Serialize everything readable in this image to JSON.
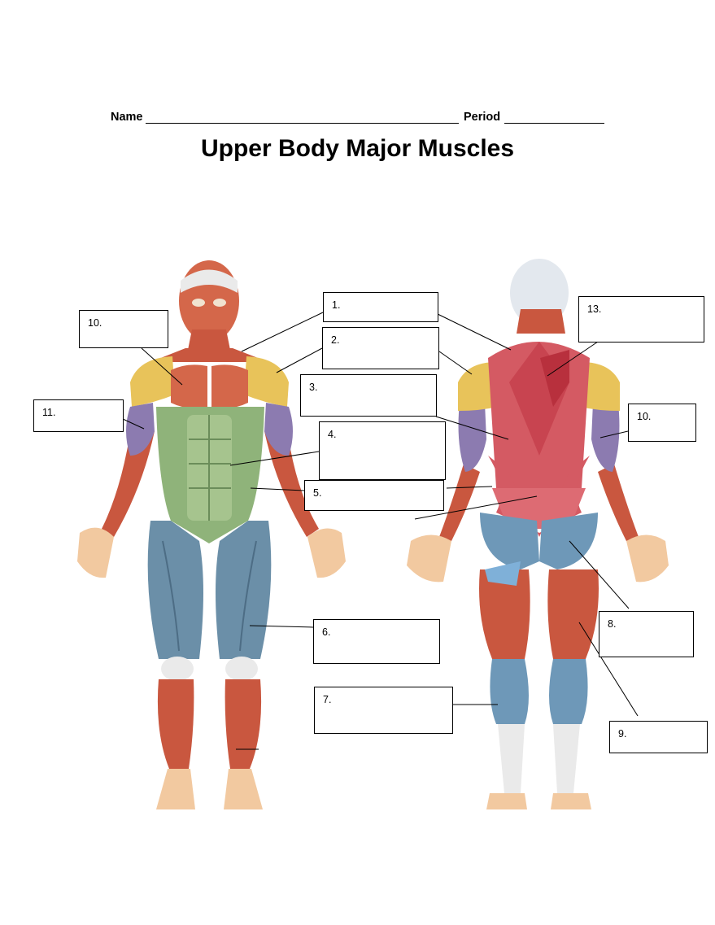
{
  "header": {
    "name_label": "Name",
    "period_label": "Period"
  },
  "title": "Upper Body Major Muscles",
  "labels": {
    "b1": "1.",
    "b2": "2.",
    "b3": "3.",
    "b4": "4.",
    "b5": "5.",
    "b6": "6.",
    "b7": "7.",
    "b8": "8.",
    "b9": "9.",
    "b10_front": "10.",
    "b10_back": "10.",
    "b11": "11.",
    "b13": "13."
  },
  "colors": {
    "skin": "#f2c9a0",
    "muscle_red": "#c9573f",
    "pectoral": "#d4674a",
    "deltoid": "#e8c35a",
    "biceps": "#8c7bb0",
    "abdomen": "#8fb37a",
    "quad": "#6b8fa8",
    "back_red": "#d45a63",
    "calf": "#6e98b8"
  }
}
